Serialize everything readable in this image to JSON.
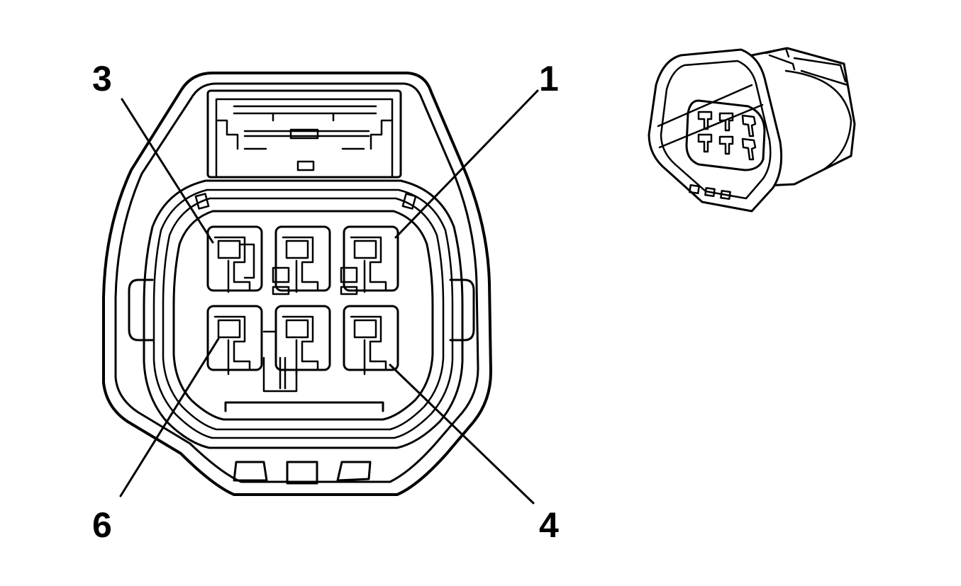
{
  "diagram": {
    "callouts": [
      {
        "id": "pin-3",
        "label": "3"
      },
      {
        "id": "pin-1",
        "label": "1"
      },
      {
        "id": "pin-6",
        "label": "6"
      },
      {
        "id": "pin-4",
        "label": "4"
      }
    ],
    "colors": {
      "line": "#000000",
      "background": "#ffffff"
    }
  }
}
